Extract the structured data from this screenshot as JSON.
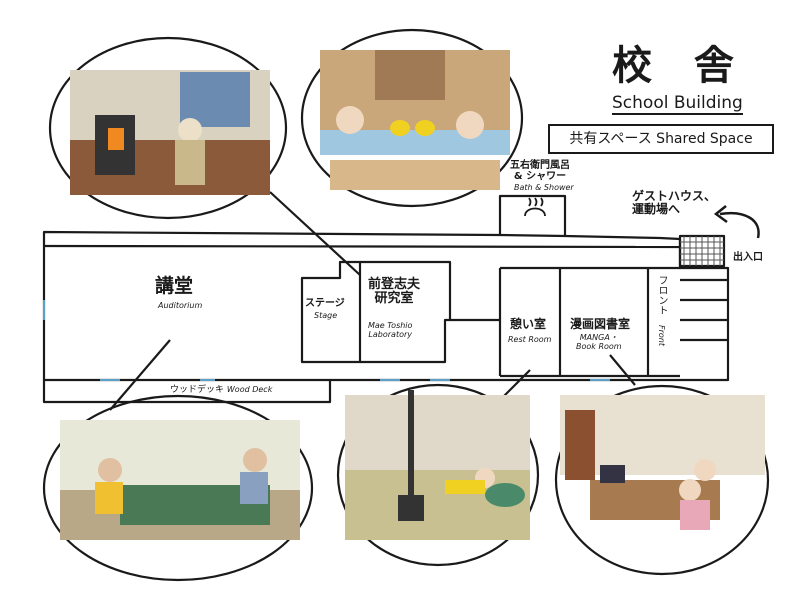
{
  "header": {
    "title_jp": "校 舎",
    "title_en": "School Building",
    "shared_space": "共有スペース Shared Space"
  },
  "rooms": {
    "auditorium": {
      "jp": "講堂",
      "en": "Auditorium"
    },
    "stage": {
      "jp": "ステージ",
      "en": "Stage"
    },
    "laboratory": {
      "jp": "前登志夫\n研究室",
      "en": "Mae Toshio\nLaboratory"
    },
    "rest_room": {
      "jp": "憩い室",
      "en": "Rest Room"
    },
    "manga_room": {
      "jp": "漫画図書室",
      "en": "MANGA・\nBook Room"
    },
    "front": {
      "jp": "フロント",
      "en": "Front"
    },
    "bath": {
      "jp": "五右衛門風呂\n& シャワー",
      "en": "Bath & Shower"
    },
    "wood_deck": {
      "jp": "ウッドデッキ",
      "en": "Wood Deck"
    }
  },
  "signs": {
    "guesthouse": "ゲストハウス、\n運動場へ",
    "entrance": "出入口"
  },
  "icons": [
    "hot-spring-icon",
    "arrow-icon"
  ]
}
